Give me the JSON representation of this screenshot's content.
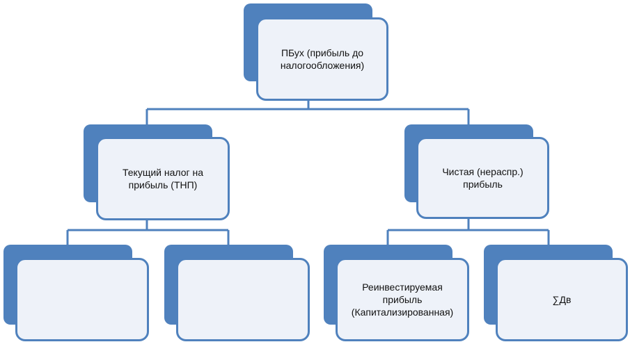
{
  "diagram": {
    "root": {
      "label": "ПБух (прибыль до\nналогообложения)"
    },
    "left": {
      "label": "Текущий налог на\nприбыль (ТНП)"
    },
    "right": {
      "label": "Чистая (нераспр.)\nприбыль"
    },
    "left_child_1": {
      "label": ""
    },
    "left_child_2": {
      "label": ""
    },
    "right_child_1": {
      "label": "Реинвестируемая\nприбыль\n(Капитализированная)"
    },
    "right_child_2": {
      "label": "∑Дв"
    }
  },
  "colors": {
    "accent": "#4f81bd",
    "box_fill": "#eef2f9",
    "text": "#111111"
  }
}
